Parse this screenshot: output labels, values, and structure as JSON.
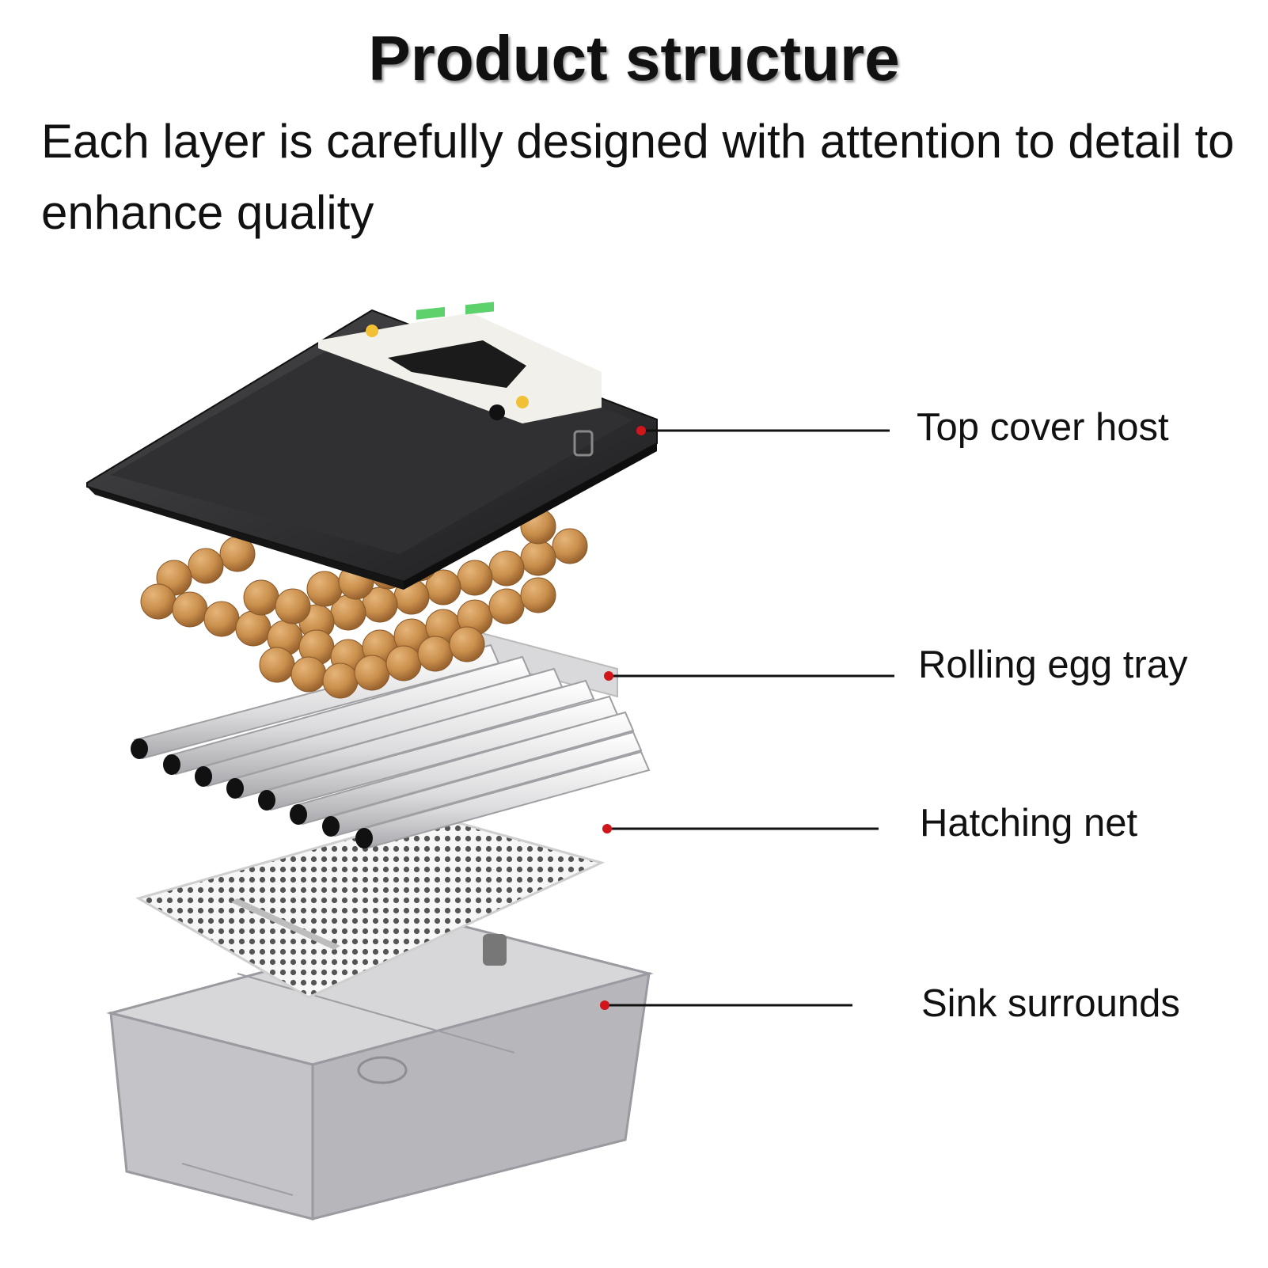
{
  "header": {
    "title": "Product structure",
    "subtitle": "Each layer is carefully designed with attention to detail to enhance quality"
  },
  "callouts": [
    {
      "id": "top-cover-host",
      "label": "Top cover host"
    },
    {
      "id": "rolling-egg-tray",
      "label": "Rolling egg tray"
    },
    {
      "id": "hatching-net",
      "label": "Hatching net"
    },
    {
      "id": "sink-surrounds",
      "label": "Sink surrounds"
    }
  ],
  "colors": {
    "cover": "#2b2b2d",
    "egg": "#c98f4c",
    "roller": "#e9e9ea",
    "net": "#f4f4f4",
    "base": "#bfbfc2",
    "callout_dot": "#d0161b",
    "callout_line": "#111111"
  }
}
